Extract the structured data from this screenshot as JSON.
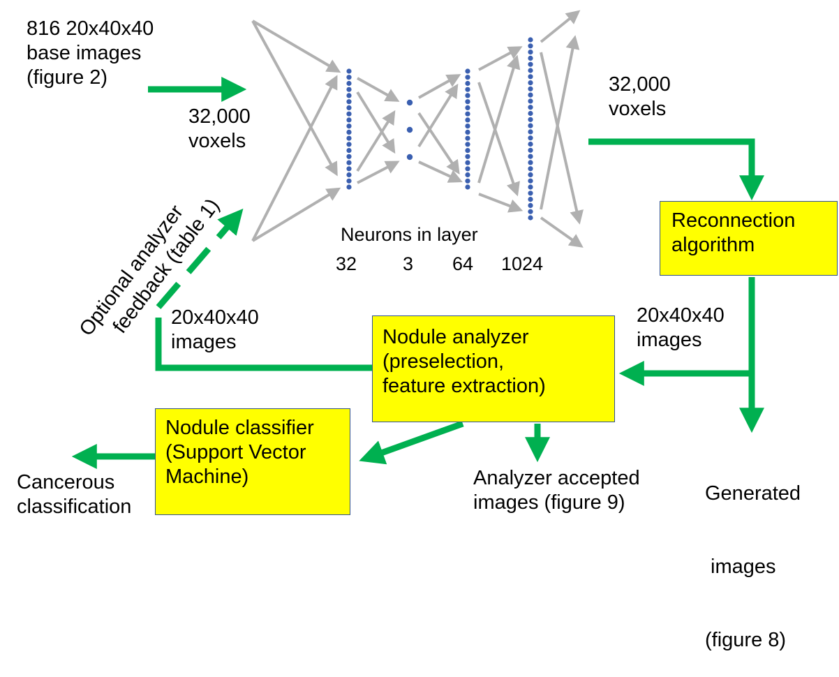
{
  "colors": {
    "flow_arrow": "#00b050",
    "net_arrow": "#b0b0b0",
    "neuron": "#3a5fb0",
    "box_fill": "#ffff00",
    "box_border": "#2f4f8f"
  },
  "input": {
    "line1": "816 20x40x40",
    "line2": "base images",
    "line3": "(figure 2)"
  },
  "input_voxels": {
    "line1": "32,000",
    "line2": "voxels"
  },
  "output_voxels": {
    "line1": "32,000",
    "line2": "voxels"
  },
  "network": {
    "caption": "Neurons in layer",
    "layers": [
      {
        "label": "32",
        "neurons": 32
      },
      {
        "label": "3",
        "neurons": 3
      },
      {
        "label": "64",
        "neurons": 64
      },
      {
        "label": "1024",
        "neurons": 1024
      }
    ]
  },
  "feedback": {
    "line1": "Optional analyzer",
    "line2": "feedback (table 1)"
  },
  "reconnection": {
    "line1": "Reconnection",
    "line2": "algorithm"
  },
  "images_left": {
    "line1": "20x40x40",
    "line2": "images"
  },
  "images_right": {
    "line1": "20x40x40",
    "line2": "images"
  },
  "analyzer": {
    "line1": "Nodule analyzer",
    "line2": "(preselection,",
    "line3": "feature extraction)"
  },
  "classifier": {
    "line1": "Nodule classifier",
    "line2": "(Support Vector",
    "line3": "Machine)"
  },
  "cancerous": {
    "line1": "Cancerous",
    "line2": "classification"
  },
  "accepted": {
    "line1": "Analyzer accepted",
    "line2": "images (figure 9)"
  },
  "generated": {
    "line1": "Generated",
    "line2": " images",
    "line3": "(figure 8)"
  }
}
